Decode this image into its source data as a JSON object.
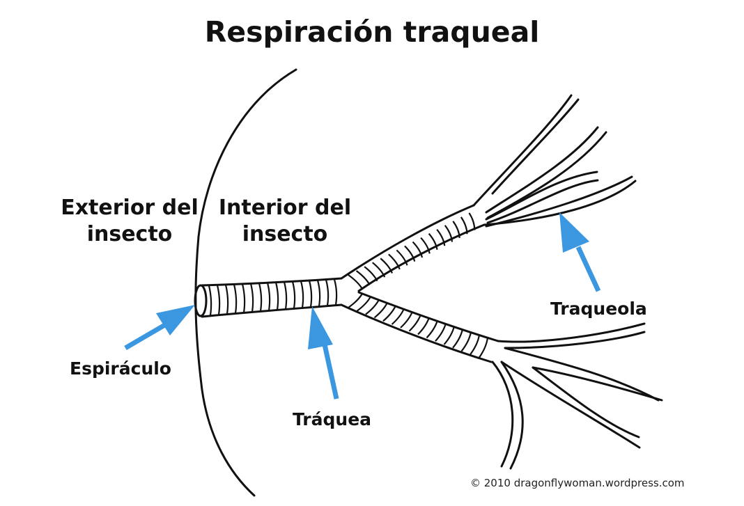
{
  "title": "Respiración traqueal",
  "labels": {
    "exterior": "Exterior del insecto",
    "interior": "Interior del insecto",
    "spiracle": "Espiráculo",
    "trachea": "Tráquea",
    "tracheole": "Traqueola"
  },
  "copyright": "© 2010 dragonflywoman.wordpress.com",
  "colors": {
    "arrow": "#3a97e0",
    "ink": "#111111"
  }
}
